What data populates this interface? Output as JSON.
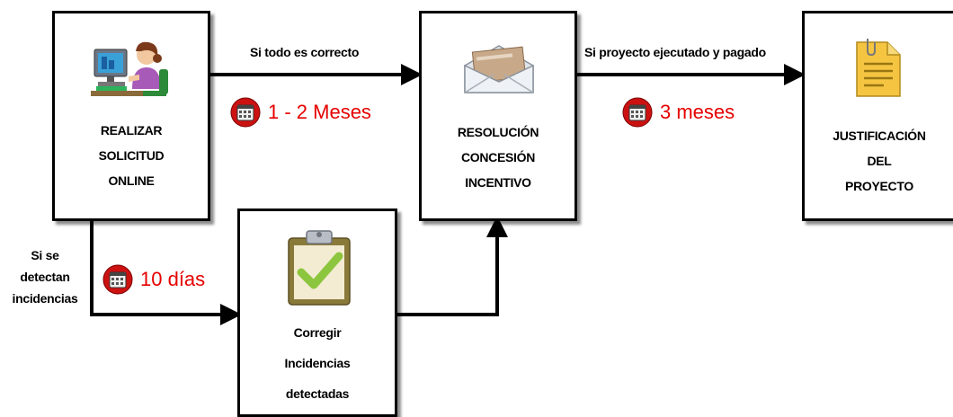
{
  "boxes": {
    "solicitud": [
      "REALIZAR",
      "SOLICITUD",
      "ONLINE"
    ],
    "resolucion": [
      "RESOLUCIÓN",
      "CONCESIÓN",
      "INCENTIVO"
    ],
    "justificacion": [
      "JUSTIFICACIÓN",
      "DEL",
      "PROYECTO"
    ],
    "corregir": [
      "Corregir",
      "Incidencias",
      "detectadas"
    ]
  },
  "labels": {
    "si_todo_correcto": "Si todo es correcto",
    "si_proyecto": "Si proyecto ejecutado y pagado",
    "si_se_detectan": [
      "Si se",
      "detectan",
      "incidencias"
    ]
  },
  "times": {
    "meses_1_2": "1 - 2 Meses",
    "meses_3": "3 meses",
    "dias_10": "10 días"
  },
  "icons": {
    "solicitud": "person-at-computer-icon",
    "resolucion": "open-envelope-icon",
    "justificacion": "document-icon",
    "corregir": "clipboard-checkmark-icon",
    "time": "calendar-icon"
  },
  "colors": {
    "time_text": "#e60000",
    "calendar_badge": "#cc1111",
    "arrow": "#000000"
  }
}
